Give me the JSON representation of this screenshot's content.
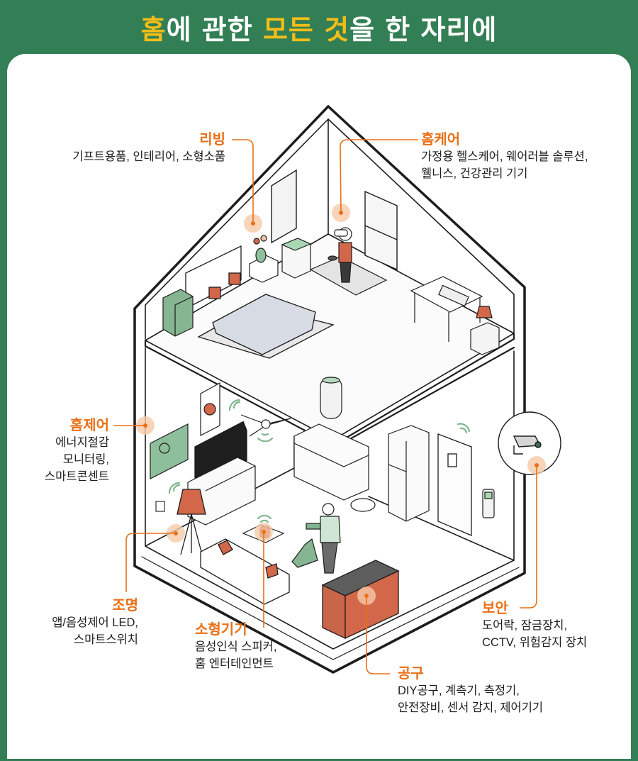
{
  "title": {
    "segments": [
      {
        "text": "홈",
        "highlight": true
      },
      {
        "text": "에 관한 ",
        "highlight": false
      },
      {
        "text": "모든 것",
        "highlight": true
      },
      {
        "text": "을 한 자리에",
        "highlight": false
      }
    ]
  },
  "colors": {
    "background": "#337f55",
    "title_highlight": "#f5bd17",
    "accent_orange": "#ea7017",
    "device_green": "#7fb58f",
    "furniture_orange": "#d2674a"
  },
  "categories": [
    {
      "id": "living",
      "heading": "리빙",
      "lines": [
        "기프트용품, 인테리어, 소형소품"
      ]
    },
    {
      "id": "homecare",
      "heading": "홈케어",
      "lines": [
        "가정용 헬스케어, 웨어러블 솔루션,",
        "웰니스, 건강관리 기기"
      ]
    },
    {
      "id": "homecontrol",
      "heading": "홈제어",
      "lines": [
        "에너지절감",
        "모니터링,",
        "스마트콘센트"
      ]
    },
    {
      "id": "lighting",
      "heading": "조명",
      "lines": [
        "앱/음성제어 LED,",
        "스마트스위치"
      ]
    },
    {
      "id": "small_appliance",
      "heading": "소형기기",
      "lines": [
        "음성인식 스피커,",
        "홈 엔터테인먼트"
      ]
    },
    {
      "id": "security",
      "heading": "보안",
      "lines": [
        "도어락, 잠금장치,",
        "CCTV, 위험감지 장치"
      ]
    },
    {
      "id": "tools",
      "heading": "공구",
      "lines": [
        "DIY공구, 계측기, 측정기,",
        "안전장비, 센서 감지, 제어기기"
      ]
    }
  ],
  "icons": [
    "house-illustration-icon",
    "bed-icon",
    "vr-headset-person-icon",
    "air-purifier-icon",
    "smart-panel-icon",
    "tv-icon",
    "ceiling-fan-icon",
    "floor-lamp-icon",
    "smart-speaker-icon",
    "sofa-icon",
    "vacuum-icon",
    "tool-cart-icon",
    "refrigerator-icon",
    "door-lock-icon",
    "cctv-camera-icon",
    "wifi-signal-icon",
    "robot-vacuum-icon"
  ]
}
